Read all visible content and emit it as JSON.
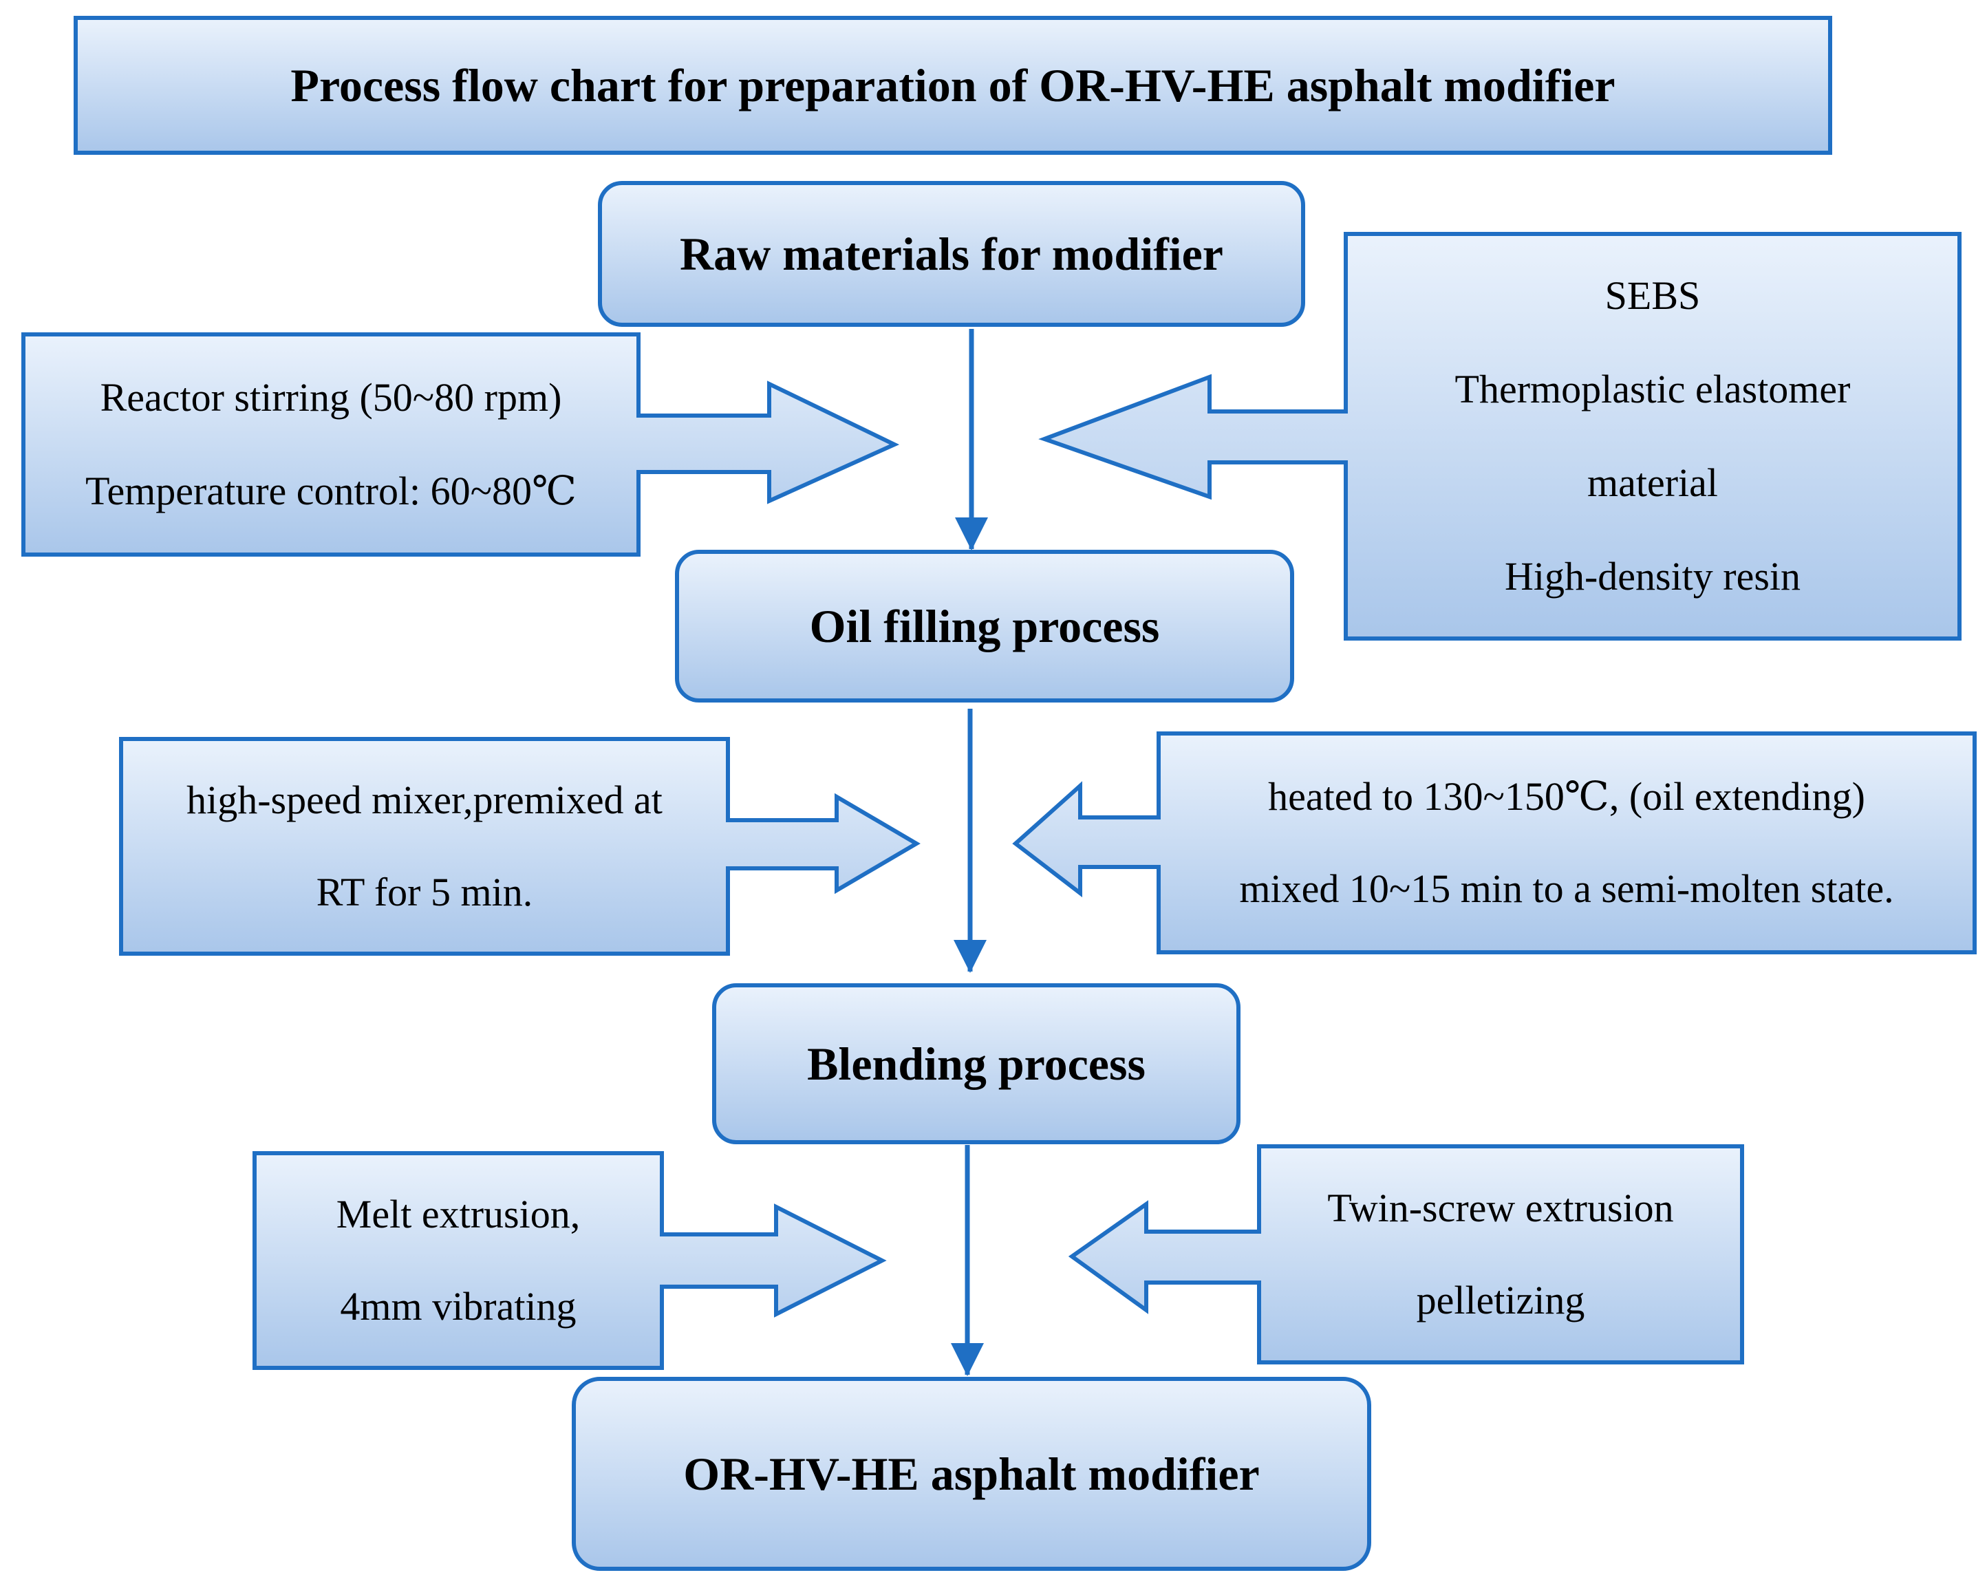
{
  "diagram": {
    "title": "Process flow chart for preparation of OR-HV-HE asphalt modifier",
    "stages": {
      "raw": "Raw materials for modifier",
      "oil": "Oil filling process",
      "blend": "Blending process",
      "final": "OR-HV-HE asphalt modifier"
    },
    "inputs": {
      "stirring": [
        "Reactor stirring (50~80 rpm)",
        "Temperature control: 60~80℃"
      ],
      "materials": [
        "SEBS",
        "Thermoplastic elastomer",
        "material",
        "High-density resin"
      ],
      "premix": [
        "high-speed mixer,premixed at",
        "RT for 5 min."
      ],
      "heating": [
        "heated to 130~150℃, (oil extending)",
        "mixed 10~15 min to a semi-molten state."
      ],
      "melt": [
        "Melt extrusion,",
        "4mm vibrating"
      ],
      "twin": [
        "Twin-screw extrusion",
        "pelletizing"
      ]
    },
    "colors": {
      "stroke": "#1f6fc4",
      "fill_light": "#eaf2fc",
      "fill_dark": "#a9c6ea"
    }
  }
}
